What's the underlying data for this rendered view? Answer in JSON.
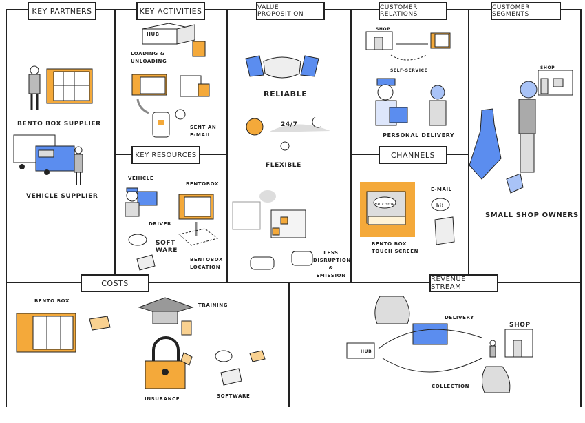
{
  "colors": {
    "accent_orange": "#f4a93a",
    "accent_blue": "#5b8def",
    "line": "#222222",
    "gray": "#cfcfcf"
  },
  "sections": {
    "key_partners": {
      "title": "Key Partners",
      "items": [
        "Bento Box Supplier",
        "Vehicle Supplier"
      ]
    },
    "key_activities": {
      "title": "Key Activities",
      "items": [
        "Hub",
        "Loading & Unloading",
        "Sent an E-mail"
      ]
    },
    "key_resources": {
      "title": "Key Resources",
      "items": [
        "Vehicle",
        "Driver",
        "Bentobox",
        "Soft ware",
        "Bentobox Location"
      ]
    },
    "value_proposition": {
      "title": "Value Proposition",
      "items": [
        "Reliable",
        "24/7",
        "Flexible",
        "Less Disruption & Emission"
      ]
    },
    "customer_relations": {
      "title": "Customer Relations",
      "items": [
        "Shop",
        "Self-Service",
        "Personal Delivery"
      ]
    },
    "channels": {
      "title": "Channels",
      "items": [
        "Bento Box Touch Screen",
        "E-mail",
        "welcome",
        "hi!"
      ]
    },
    "customer_segments": {
      "title": "Customer Segments",
      "items": [
        "Shop",
        "Small Shop Owners"
      ]
    },
    "costs": {
      "title": "Costs",
      "items": [
        "Bento Box",
        "Training",
        "Insurance",
        "Software"
      ]
    },
    "revenue_stream": {
      "title": "Revenue Stream",
      "items": [
        "Hub",
        "Delivery",
        "Shop",
        "Collection"
      ]
    }
  }
}
